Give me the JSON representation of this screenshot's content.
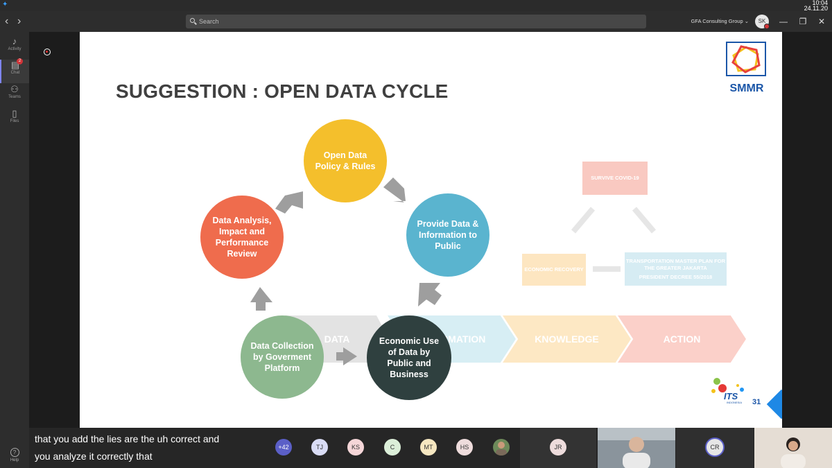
{
  "system": {
    "time": "10:04",
    "date": "24.11.20"
  },
  "topbar": {
    "search_placeholder": "Search",
    "organization": "GFA Consulting Group ⌄",
    "user_initials": "SK",
    "back_glyph": "‹",
    "forward_glyph": "›",
    "minimize_glyph": "—",
    "restore_glyph": "❐",
    "close_glyph": "✕"
  },
  "rail": {
    "items": [
      {
        "label": "Activity",
        "icon": "bell-icon",
        "glyph": "♪"
      },
      {
        "label": "Chat",
        "icon": "chat-icon",
        "glyph": "▤",
        "badge": "2"
      },
      {
        "label": "Teams",
        "icon": "teams-icon",
        "glyph": "⚇"
      },
      {
        "label": "Files",
        "icon": "files-icon",
        "glyph": "▯"
      }
    ],
    "help_label": "Help",
    "help_glyph": "?"
  },
  "slide": {
    "title": "SUGGESTION : OPEN DATA CYCLE",
    "logo_text": "SMMR",
    "cycle": [
      {
        "label": "Open Data Policy & Rules",
        "color": "#f4bf2c"
      },
      {
        "label": "Provide Data & Information to Public",
        "color": "#5ab4cf"
      },
      {
        "label": "Economic Use of Data by Public and Business",
        "color": "#2f403f"
      },
      {
        "label": "Data Collection by Goverment Platform",
        "color": "#8db88f"
      },
      {
        "label": "Data Analysis, Impact and Performance Review",
        "color": "#ef6c4d"
      }
    ],
    "chevrons": [
      "DATA",
      "INFORMATION",
      "KNOWLEDGE",
      "ACTION"
    ],
    "faded_boxes": {
      "survive": "SURVIVE COVID-19",
      "economic": "ECONOMIC RECOVERY",
      "transport_line1": "TRANSPORTATION MASTER PLAN FOR THE GREATER JAKARTA",
      "transport_line2": "PRESIDENT DECREE 55/2018"
    },
    "its_logo": "ITS",
    "its_sub": "INDONESIA",
    "page_number": "31"
  },
  "caption": {
    "line1": "that you add the lies are the uh correct and",
    "line2": "you analyze it correctly that"
  },
  "participants": [
    {
      "initials": "+42",
      "color": "#5b5fc7",
      "text_color": "#ffffff"
    },
    {
      "initials": "TJ",
      "color": "#d9dcf5",
      "text_color": "#333333"
    },
    {
      "initials": "KS",
      "color": "#f5d6d8",
      "text_color": "#333333"
    },
    {
      "initials": "C",
      "color": "#dcefd9",
      "text_color": "#333333"
    },
    {
      "initials": "MT",
      "color": "#f6e7c1",
      "text_color": "#333333"
    },
    {
      "initials": "HS",
      "color": "#eedcdc",
      "text_color": "#333333"
    }
  ],
  "video_tiles": [
    {
      "initials": "JR"
    },
    {
      "initials": "CR"
    }
  ]
}
